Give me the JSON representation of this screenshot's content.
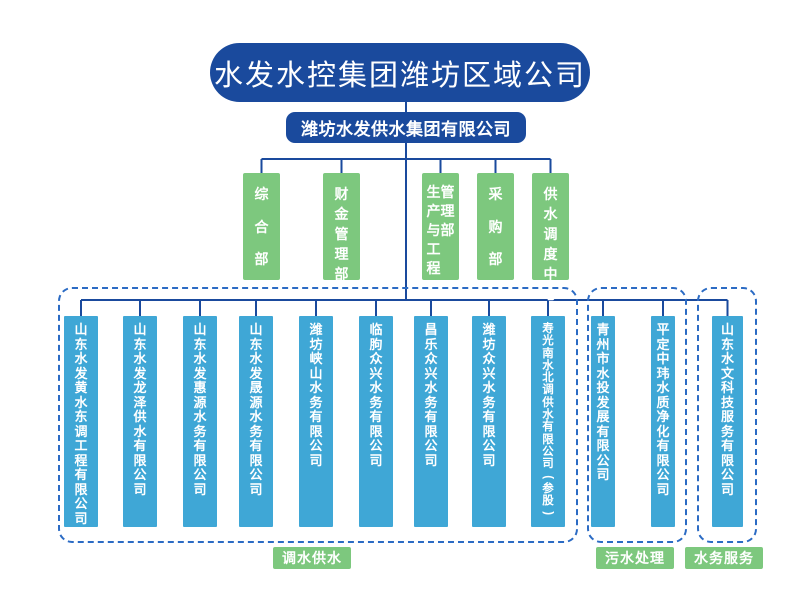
{
  "org": {
    "root_label": "水发水控集团潍坊区域公司",
    "holding_label": "潍坊水发供水集团有限公司",
    "departments": [
      {
        "name": "综合部",
        "columns": [
          "综合部"
        ]
      },
      {
        "name": "财金管理部",
        "columns": [
          "财金管理部"
        ]
      },
      {
        "name": "生产与工程管理部",
        "columns": [
          "生产与工程",
          "管理部"
        ]
      },
      {
        "name": "采购部",
        "columns": [
          "采购部"
        ]
      },
      {
        "name": "供水调度中心",
        "columns": [
          "供水调度中心"
        ]
      }
    ],
    "business_groups": [
      {
        "label": "调水供水",
        "companies": [
          "山东水发黄水东调工程有限公司",
          "山东水发龙泽供水有限公司",
          "山东水发惠源水务有限公司",
          "山东水发晟源水务有限公司",
          "潍坊峡山水务有限公司",
          "临朐众兴水务有限公司",
          "昌乐众兴水务有限公司",
          "潍坊众兴水务有限公司",
          "寿光南水北调供水有限公司(参股)"
        ]
      },
      {
        "label": "污水处理",
        "companies": [
          "青州市水投发展有限公司",
          "平定中玮水质净化有限公司"
        ]
      },
      {
        "label": "水务服务",
        "companies": [
          "山东水文科技服务有限公司"
        ]
      }
    ]
  },
  "colors": {
    "primary_blue": "#1a4a9d",
    "department_green": "#7dc87e",
    "company_blue": "#3fa7d6",
    "dashed_border": "#2b6bc4",
    "label_green": "#7dc87e",
    "connector": "#1a4a9d",
    "background": "#ffffff"
  }
}
